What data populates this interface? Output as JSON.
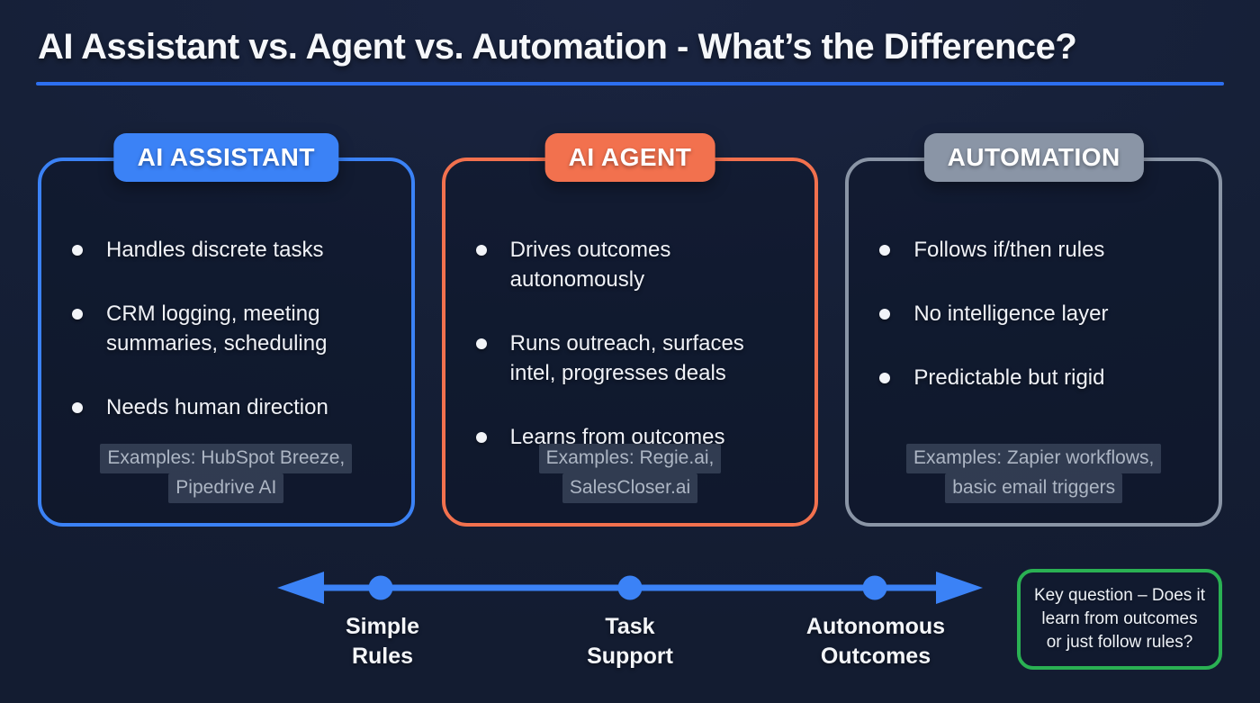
{
  "header": {
    "title": "AI Assistant vs. Agent vs. Automation - What’s the Difference?",
    "underline_color": "#2D6FF0"
  },
  "cards": [
    {
      "badge": "AI ASSISTANT",
      "accent": "#3B82F6",
      "bullets": [
        "Handles discrete tasks",
        "CRM logging, meeting summaries, scheduling",
        "Needs human direction"
      ],
      "examples": {
        "line1": "Examples: HubSpot Breeze,",
        "line2": "Pipedrive AI"
      }
    },
    {
      "badge": "AI AGENT",
      "accent": "#F2714E",
      "bullets": [
        "Drives outcomes autonomously",
        "Runs outreach, surfaces intel, progresses deals",
        "Learns from outcomes"
      ],
      "examples": {
        "line1": "Examples: Regie.ai,",
        "line2": "SalesCloser.ai"
      }
    },
    {
      "badge": "AUTOMATION",
      "accent": "#8A95A6",
      "bullets": [
        "Follows if/then rules",
        "No intelligence layer",
        "Predictable but rigid"
      ],
      "examples": {
        "line1": "Examples: Zapier workflows,",
        "line2": "basic email triggers"
      }
    }
  ],
  "spectrum": {
    "color": "#3B82F6",
    "labels": [
      {
        "line1": "Simple",
        "line2": "Rules"
      },
      {
        "line1": "Task",
        "line2": "Support"
      },
      {
        "line1": "Autonomous",
        "line2": "Outcomes"
      }
    ]
  },
  "key_question": {
    "border_color": "#2AB153",
    "line1": "Key question – Does it",
    "line2": "learn from outcomes",
    "line3": "or just follow rules?"
  },
  "colors": {
    "background": "#161F37"
  }
}
